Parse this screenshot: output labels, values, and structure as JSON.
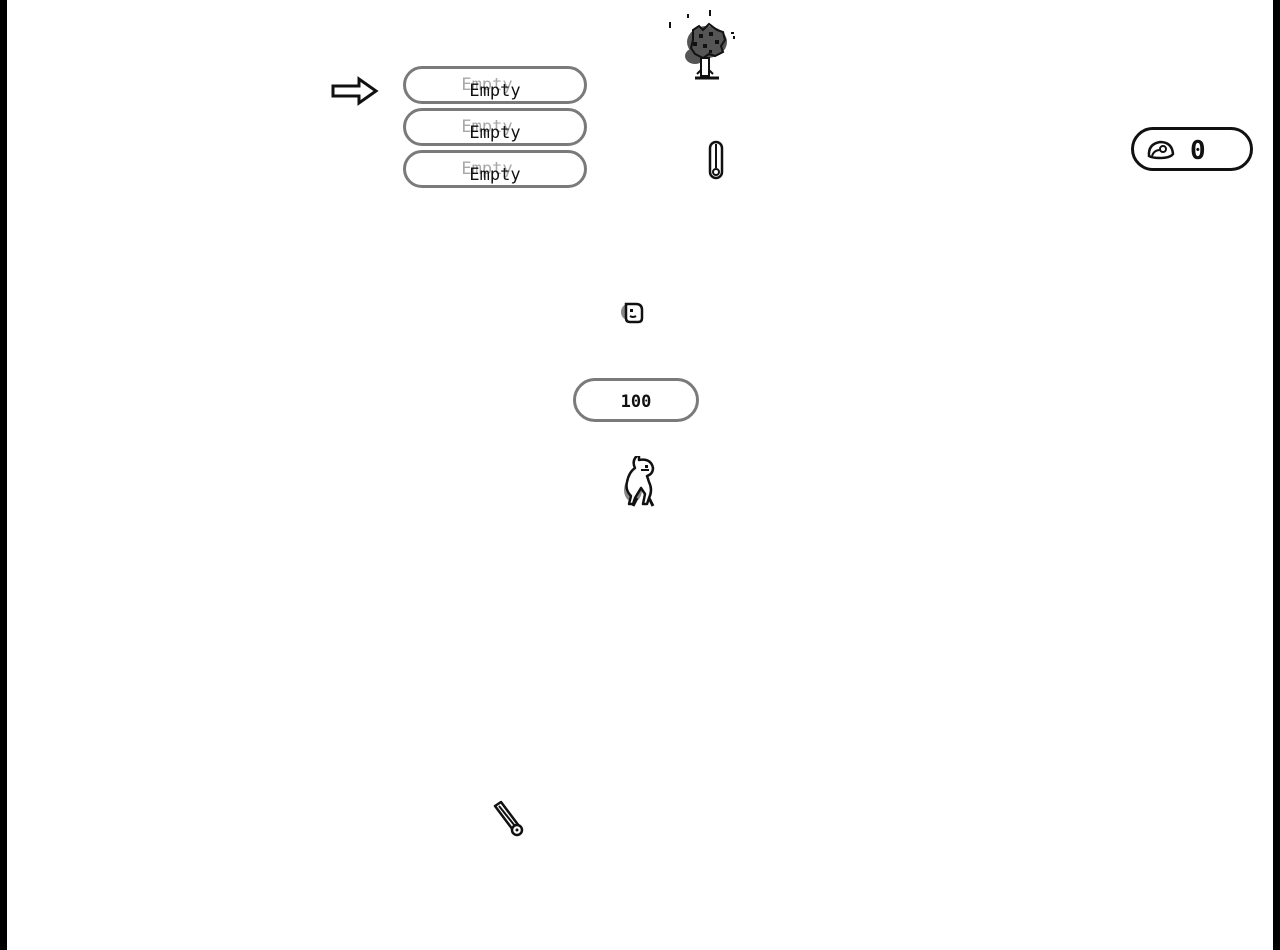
{
  "inventory": {
    "slots": [
      {
        "label": "Empty",
        "shadow_label": "Empty"
      },
      {
        "label": "Empty",
        "shadow_label": "Empty"
      },
      {
        "label": "Empty",
        "shadow_label": "Empty"
      }
    ]
  },
  "gold": {
    "value": "0",
    "icon": "coin-purse-icon"
  },
  "player": {
    "hp": "100"
  },
  "icons": {
    "selector": "right-arrow-icon",
    "tree": "tree-icon",
    "potion": "potion-vial-icon",
    "seed": "seed-pouch-icon",
    "character": "player-character-icon",
    "sword": "sword-item-icon"
  },
  "colors": {
    "background": "#ffffff",
    "frame": "#000000",
    "slot_border": "#7a7a7a",
    "ink": "#111111"
  }
}
